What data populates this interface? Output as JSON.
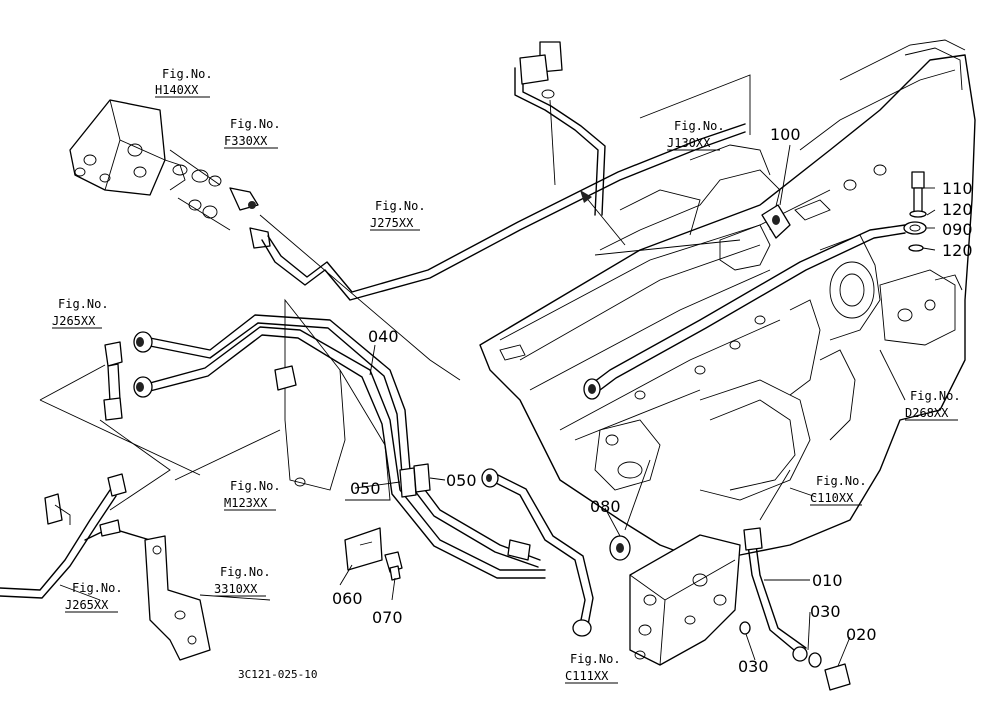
{
  "fig_refs": [
    {
      "id": "h140",
      "line1": "Fig.No.",
      "line2": "H140XX"
    },
    {
      "id": "f330",
      "line1": "Fig.No.",
      "line2": "F330XX"
    },
    {
      "id": "j275",
      "line1": "Fig.No.",
      "line2": "J275XX"
    },
    {
      "id": "j265a",
      "line1": "Fig.No.",
      "line2": "J265XX"
    },
    {
      "id": "j130",
      "line1": "Fig.No.",
      "line2": "J130XX"
    },
    {
      "id": "d268",
      "line1": "Fig.No.",
      "line2": "D268XX"
    },
    {
      "id": "m123",
      "line1": "Fig.No.",
      "line2": "M123XX"
    },
    {
      "id": "c110",
      "line1": "Fig.No.",
      "line2": "C110XX"
    },
    {
      "id": "j265b",
      "line1": "Fig.No.",
      "line2": "J265XX"
    },
    {
      "id": "s3310",
      "line1": "Fig.No.",
      "line2": "3310XX"
    },
    {
      "id": "c111",
      "line1": "Fig.No.",
      "line2": "C111XX"
    }
  ],
  "part_labels": [
    {
      "id": "p100",
      "text": "100"
    },
    {
      "id": "p110",
      "text": "110"
    },
    {
      "id": "p120a",
      "text": "120"
    },
    {
      "id": "p090",
      "text": "090"
    },
    {
      "id": "p120b",
      "text": "120"
    },
    {
      "id": "p040",
      "text": "040"
    },
    {
      "id": "p050a",
      "text": "050"
    },
    {
      "id": "p050b",
      "text": "050"
    },
    {
      "id": "p080",
      "text": "080"
    },
    {
      "id": "p060",
      "text": "060"
    },
    {
      "id": "p070",
      "text": "070"
    },
    {
      "id": "p010",
      "text": "010"
    },
    {
      "id": "p030a",
      "text": "030"
    },
    {
      "id": "p030b",
      "text": "030"
    },
    {
      "id": "p020",
      "text": "020"
    }
  ],
  "drawing_code": "3C121-025-10"
}
